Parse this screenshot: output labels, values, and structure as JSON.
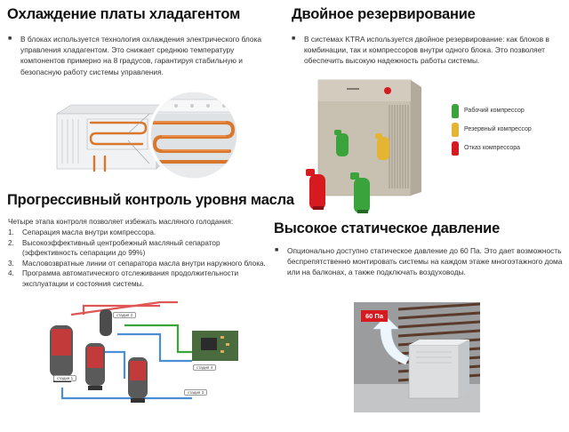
{
  "colors": {
    "accent_red": "#d71920",
    "working_green": "#3aa33c",
    "reserve_yellow": "#e3b533",
    "failure_red": "#d71920",
    "copper": "#d9772c"
  },
  "cooling": {
    "title": "Охлаждение платы хладагентом",
    "text": "В блоках используется технология охлаждения электрического блока управления хладагентом. Это снижает среднюю температуру компонентов примерно на 8 градусов, гарантируя стабильную и безопасную работу системы управления."
  },
  "backup": {
    "title": "Двойное резервирование",
    "text": "В системах KTRA используется двойное резервирование: как блоков в комбинации, так и компрессоров внутри одного блока. Это позволяет обеспечить высокую надежность работы системы.",
    "legend": [
      {
        "label": "Рабочий компрессор",
        "icon": "green-compressor-icon"
      },
      {
        "label": "Резервный компрессор",
        "icon": "yellow-compressor-icon"
      },
      {
        "label": "Отказ компрессора",
        "icon": "red-compressor-icon"
      }
    ]
  },
  "oil": {
    "title": "Прогрессивный контроль уровня масла",
    "intro": "Четыре этапа контроля позволяет избежать масляного голодания:",
    "steps": [
      {
        "n": "1.",
        "text": "Сепарация масла внутри компрессора."
      },
      {
        "n": "2.",
        "text": "Высокоэффективный центробежный масляный сепаратор (эффективность сепарации до 99%)"
      },
      {
        "n": "3.",
        "text": "Масловозвратные линии от сепаратора масла внутри наружного блока."
      },
      {
        "n": "4.",
        "text": "Программа автоматического отслеживания продолжительности эксплуатации и состояния системы."
      }
    ],
    "stages": [
      "стадия 1",
      "стадия 2",
      "стадия 3",
      "стадия 4"
    ]
  },
  "pressure": {
    "title": "Высокое статическое давление",
    "text": "Опционально доступно статическое давление до 60 Па. Это дает возможность беспрепятственно монтировать системы на каждом этаже многоэтажного дома или на балконах, а также подключать воздуховоды.",
    "badge": "60 Па"
  }
}
